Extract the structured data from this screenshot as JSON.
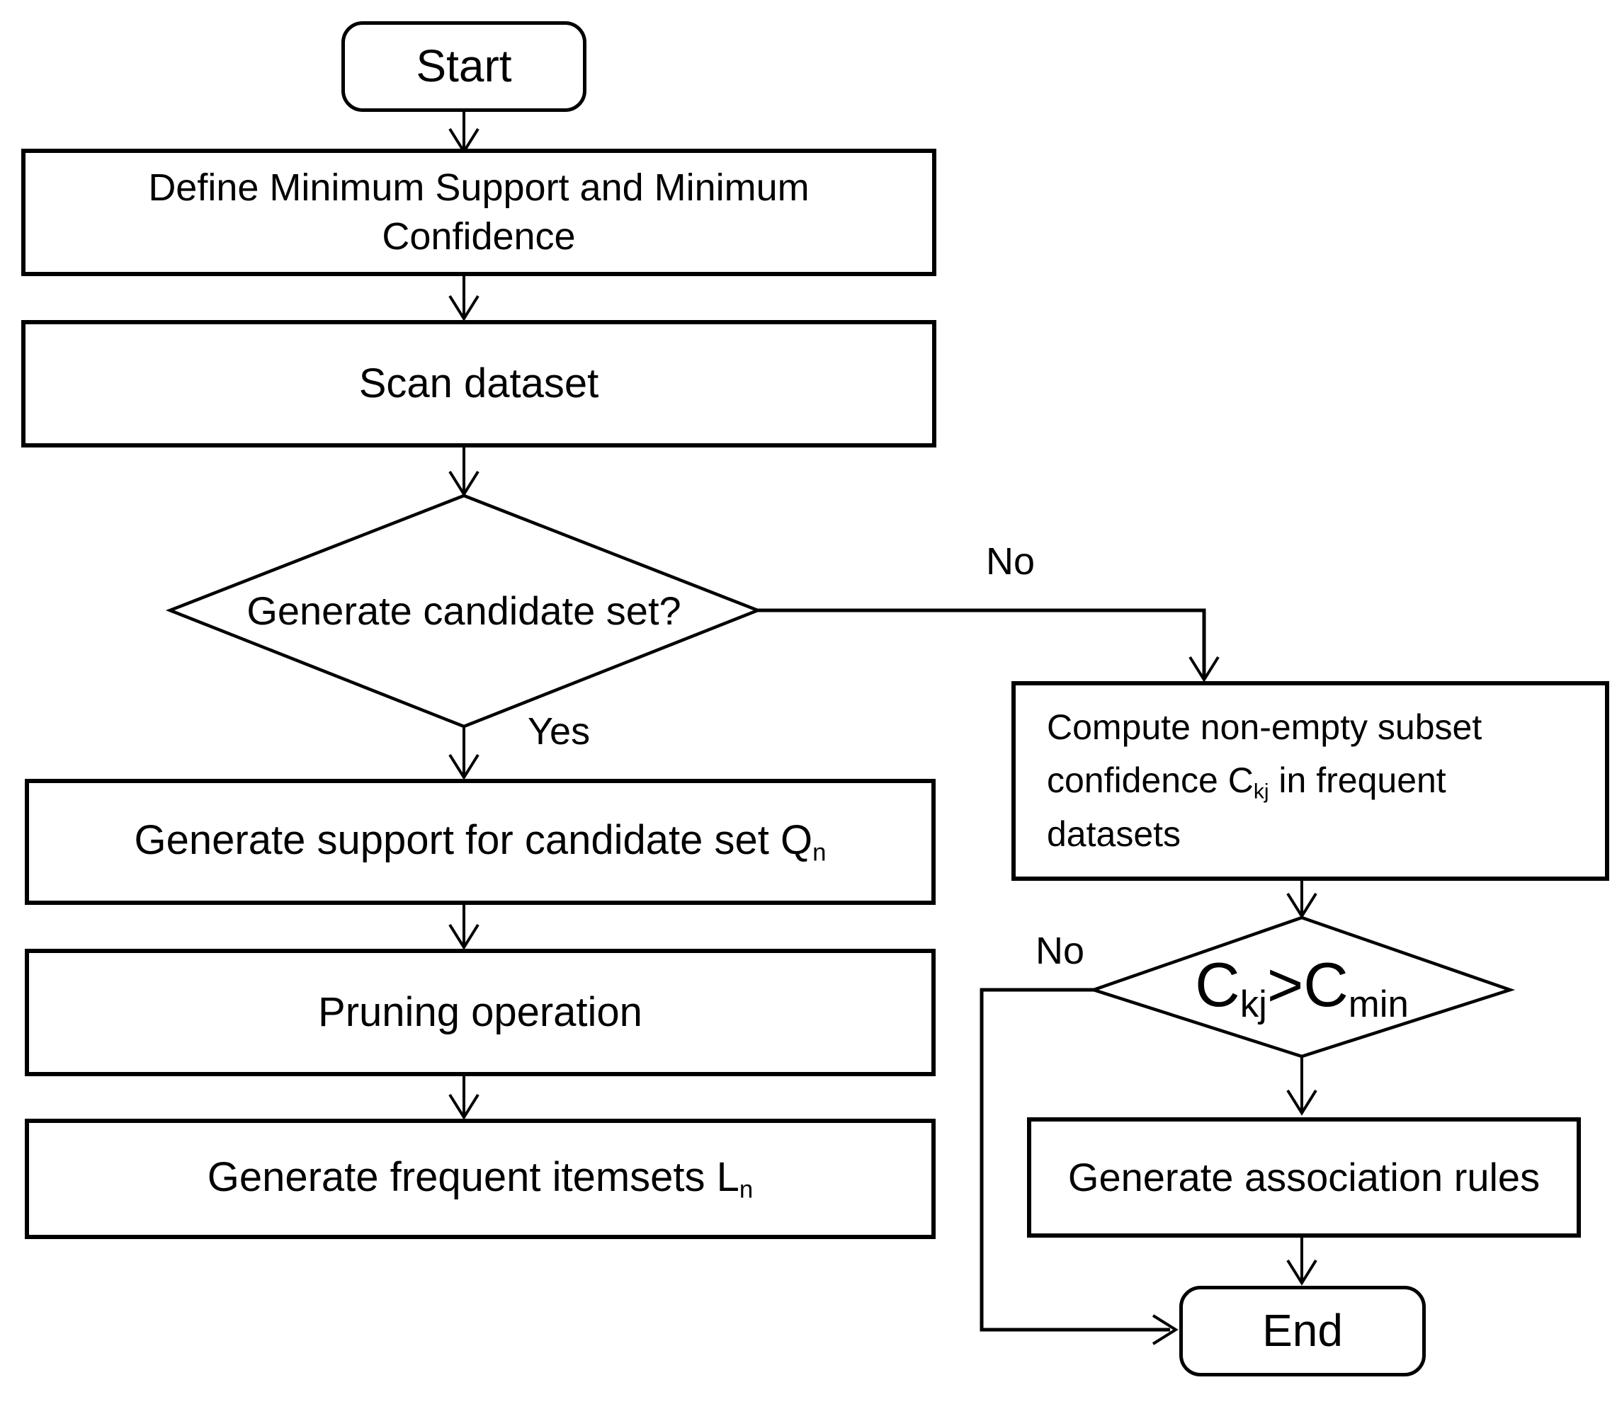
{
  "colors": {
    "line": "#000000",
    "text": "#000000",
    "background": "#ffffff"
  },
  "nodes": {
    "start": {
      "label": "Start"
    },
    "define": {
      "line1": "Define Minimum Support and Minimum",
      "line2": "Confidence"
    },
    "scan": {
      "label": "Scan dataset"
    },
    "decision_candidate": {
      "label": "Generate candidate set?"
    },
    "generate_support": {
      "label": "Generate support for candidate set Q",
      "sub": "n"
    },
    "pruning": {
      "label": "Pruning operation"
    },
    "generate_frequent": {
      "label": "Generate frequent itemsets L",
      "sub": "n"
    },
    "compute_confidence": {
      "line1": "Compute non-empty subset",
      "line2_pre": "confidence C",
      "line2_sub": "kj",
      "line2_post": " in frequent",
      "line3": "datasets"
    },
    "decision_confidence": {
      "pre": "C",
      "sub1": "kj",
      "mid": ">C",
      "sub2": "min"
    },
    "association_rules": {
      "label": "Generate association rules"
    },
    "end": {
      "label": "End"
    }
  },
  "edge_labels": {
    "yes": "Yes",
    "no_candidate": "No",
    "no_confidence": "No"
  }
}
